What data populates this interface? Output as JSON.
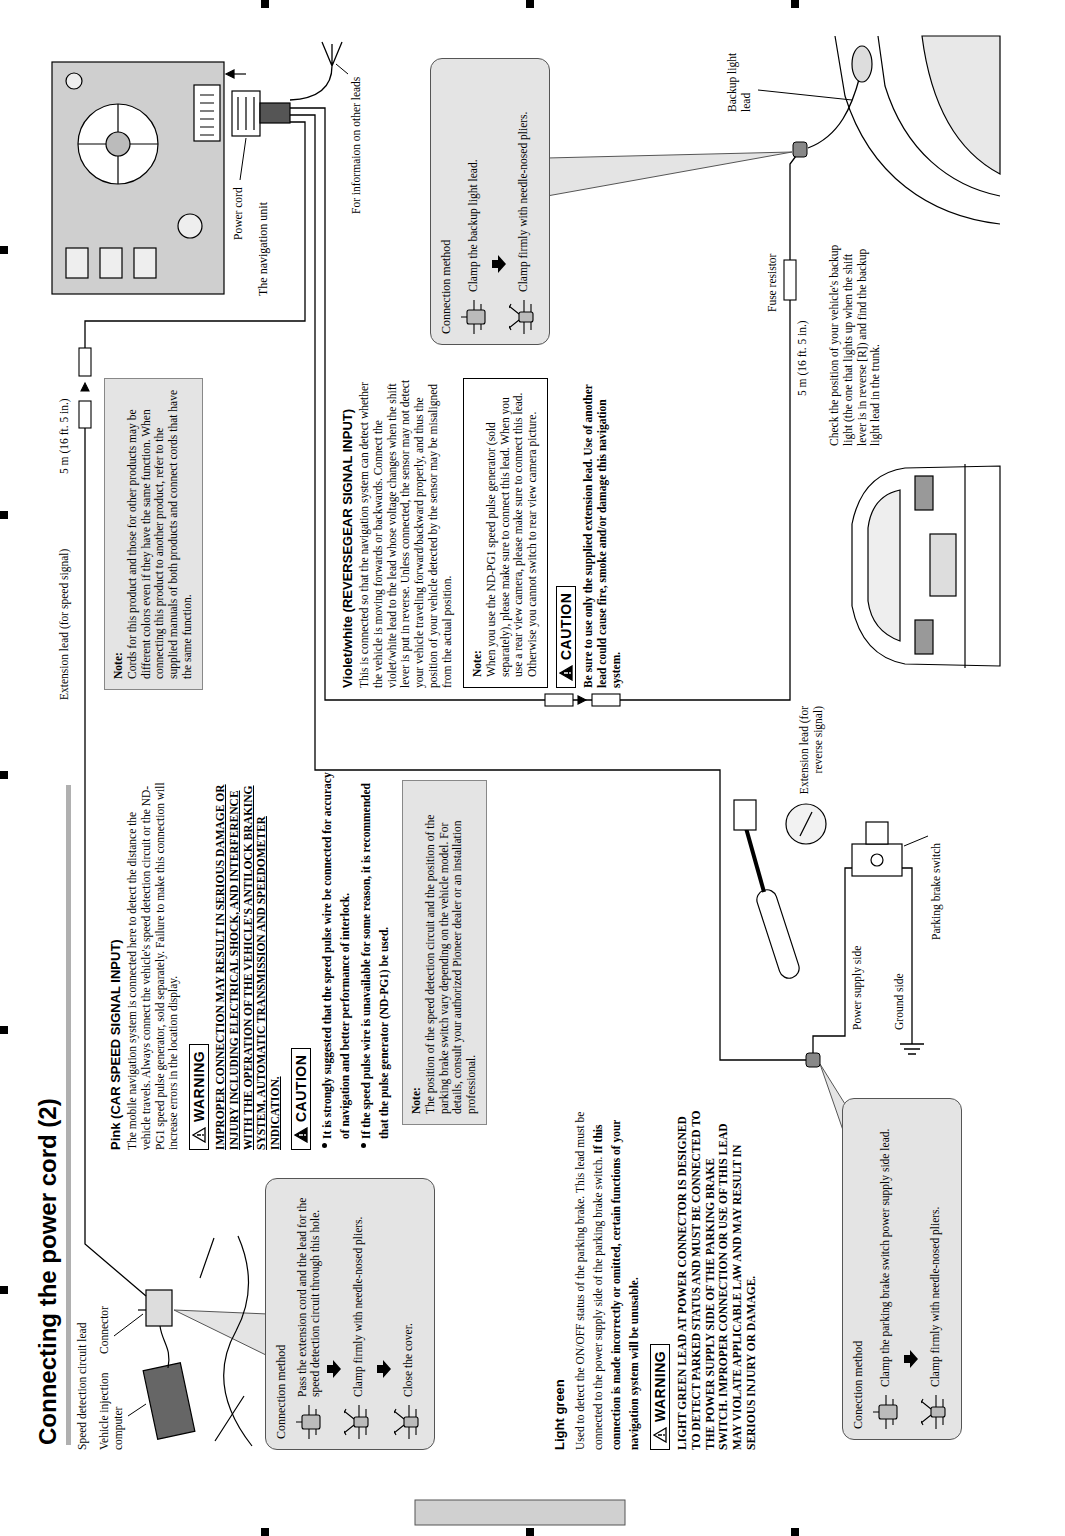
{
  "diagram": {
    "title": "Connecting the power cord (2)",
    "nodes": [
      {
        "text": [
          "Connection method",
          "Pass the extension cord and the lead for the speed detection circuit through this hole.",
          "Clamp firmly with needle-nosed pliers.",
          "Close the cover."
        ]
      },
      {
        "text": [
          "Note:",
          "The position of the speed detection circuit and the position of the parking brake switch vary depending on the vehicle model. For details, consult your authorized Pioneer dealer or an installation professional."
        ]
      },
      {
        "text": [
          "Note:",
          "Cords for this product and those for other products may be different colors even if they have the same function. When connecting this product to another product, refer to the supplied manuals of both products and connect cords that have the same function."
        ]
      },
      {
        "text": [
          "The navigation unit"
        ]
      },
      {
        "text": [
          "Note:",
          "When you use the ND-PG1 speed pulse generator (sold separately), please make sure to connect this lead. When you use a rear view camera, please make sure to connect this lead. Otherwise you cannot switch to rear view camera picture."
        ]
      },
      {
        "text": [
          "Connection method",
          "Clamp the backup light lead.",
          "Clamp firmly with needle-nosed pliers."
        ]
      },
      {
        "text": [
          "Conection method",
          "Clamp the parking brake switch power supply side lead.",
          "Clamp firmly with needle-nosed pliers."
        ]
      }
    ],
    "labels": [
      "Speed detection circuit lead",
      "Vehicle injection computer",
      "Connector",
      "Pink (CAR SPEED SIGNAL INPUT)",
      "The mobile navigation system is connected here to detect the distance the vehicle travels. Always connect the vehicle's speed detection circuit or the ND-PG1 speed pulse generator, sold separately. Failure to make this connection will increase errors in the location display.",
      "WARNING",
      "IMPROPER CONNECTION MAY RESULT IN SERIOUS DAMAGE OR INJURY INCLUDING ELECTRICAL SHOCK, AND INTERFERENCE WITH THE OPERATION OF THE VEHICLE'S ANTILOCK BRAKING SYSTEM, AUTOMATIC TRANSMISSION AND SPEEDOMETER INDICATION.",
      "CAUTION",
      "It is strongly suggested that the speed pulse wire be connected for accuracy of navigation and better performance of interlock.",
      "If the speed pulse wire is unavailable for some reason, it is recommended that the pulse generator (ND-PG1) be used.",
      "Extension lead (for speed signal)",
      "5 m (16 ft. 5 in.)",
      "Power cord",
      "For informaion on other leads",
      "Violet/white (REVERSEGEAR SIGNAL INPUT)",
      "This is connected so that the navigation system can detect whether the vehicle is moving forwards or backwards. Connect the violet/white lead to the lead whose voltage changes when the shift lever is put in reverse. Unless connected, the sensor may not detect your vehicle traveling forward/backward properly, and thus the position of your vehicle detected by the sensor may be misaligned from the actual position.",
      "CAUTION",
      "Be sure to use only the supplied extension lead. Use of another lead could cause fire, smoke and/or damage this navigation system.",
      "Backup light lead",
      "Fuse resistor",
      "5 m (16 ft. 5 in.)",
      "Extension lead (for reverse signal)",
      "Check the position of your vehicle's backup light (the one that lights up when the shift lever is in reverse [R]) and find the backup light lead in the trunk.",
      "Light green",
      "Used to detect the ON/OFF status of the parking brake. This lead must be connected to the power supply side of the parking brake switch.",
      "If this connection is made incorrectly or omitted, certain functions of your navigation system will be unusable.",
      "WARNING",
      "LIGHT GREEN LEAD AT POWER CONNECTOR IS DESIGNED TO DETECT PARKED STATUS AND MUST BE CONNECTED TO THE POWER SUPPLY SIDE OF THE PARKING BRAKE SWITCH. IMPROPER CONNECTION OR USE OF THIS LEAD MAY VIOLATE APPLICABLE LAW AND MAY RESULT IN SERIOUS INJURY OR DAMAGE.",
      "Power supply side",
      "Ground side",
      "Parking brake switch"
    ]
  }
}
